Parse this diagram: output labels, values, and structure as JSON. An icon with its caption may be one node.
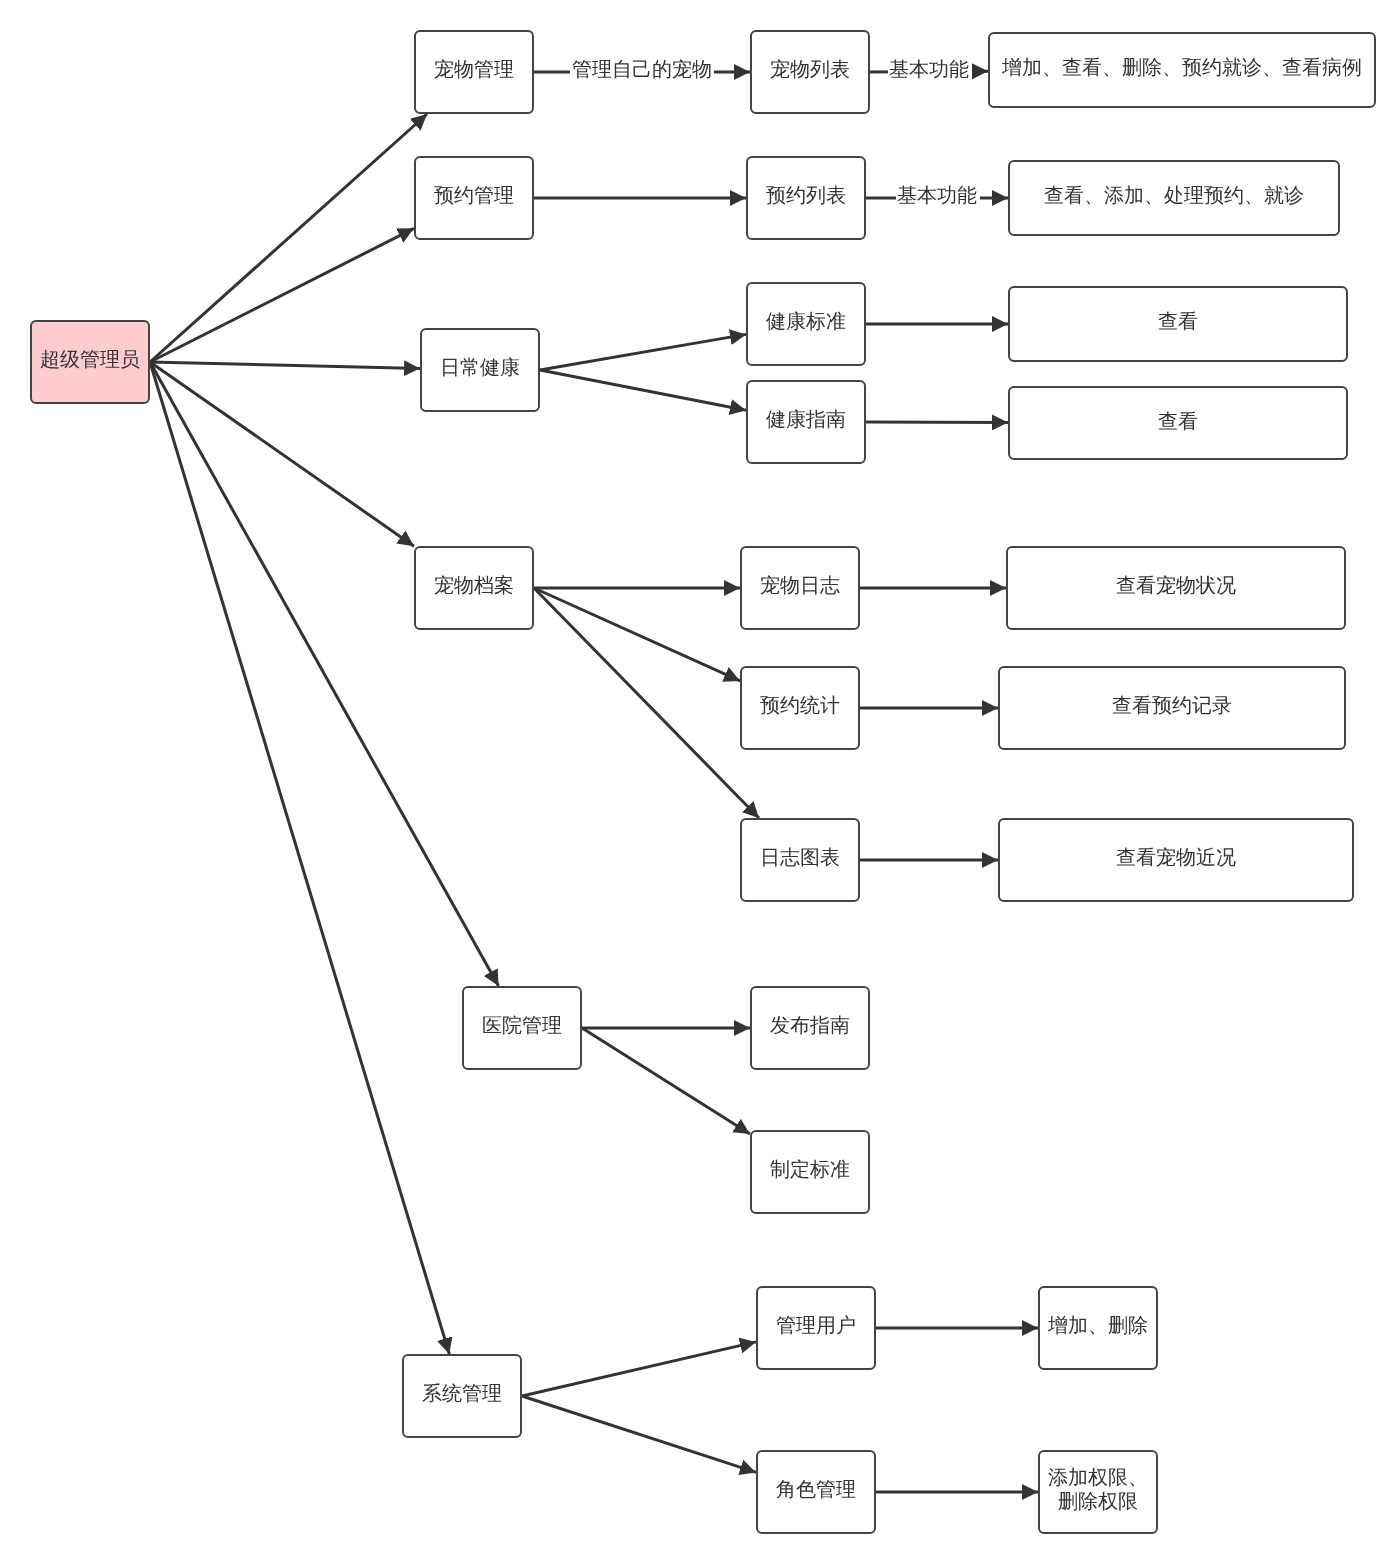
{
  "diagram": {
    "nodes": [
      {
        "text": [
          "超级管理员"
        ]
      },
      {
        "text": [
          "宠物管理"
        ]
      },
      {
        "text": [
          "宠物列表"
        ]
      },
      {
        "text": [
          "增加、查看、删除、预约就诊、查看病例"
        ]
      },
      {
        "text": [
          "预约管理"
        ]
      },
      {
        "text": [
          "预约列表"
        ]
      },
      {
        "text": [
          "查看、添加、处理预约、就诊"
        ]
      },
      {
        "text": [
          "日常健康"
        ]
      },
      {
        "text": [
          "健康标准"
        ]
      },
      {
        "text": [
          "健康指南"
        ]
      },
      {
        "text": [
          "查看"
        ]
      },
      {
        "text": [
          "查看"
        ]
      },
      {
        "text": [
          "宠物档案"
        ]
      },
      {
        "text": [
          "宠物日志"
        ]
      },
      {
        "text": [
          "预约统计"
        ]
      },
      {
        "text": [
          "日志图表"
        ]
      },
      {
        "text": [
          "查看宠物状况"
        ]
      },
      {
        "text": [
          "查看预约记录"
        ]
      },
      {
        "text": [
          "查看宠物近况"
        ]
      },
      {
        "text": [
          "医院管理"
        ]
      },
      {
        "text": [
          "发布指南"
        ]
      },
      {
        "text": [
          "制定标准"
        ]
      },
      {
        "text": [
          "系统管理"
        ]
      },
      {
        "text": [
          "管理用户"
        ]
      },
      {
        "text": [
          "角色管理"
        ]
      },
      {
        "text": [
          "增加、删除"
        ]
      },
      {
        "text": [
          "添加权限、删除权限"
        ]
      }
    ],
    "edges": [
      {
        "from": 0,
        "to": 1,
        "arrow": "to"
      },
      {
        "from": 0,
        "to": 4,
        "arrow": "to"
      },
      {
        "from": 0,
        "to": 7,
        "arrow": "to"
      },
      {
        "from": 0,
        "to": 12,
        "arrow": "to"
      },
      {
        "from": 0,
        "to": 19,
        "arrow": "to"
      },
      {
        "from": 0,
        "to": 22,
        "arrow": "to"
      },
      {
        "from": 1,
        "to": 2,
        "arrow": "to",
        "label": "管理自己的宠物"
      },
      {
        "from": 2,
        "to": 3,
        "arrow": "to",
        "label": "基本功能"
      },
      {
        "from": 4,
        "to": 5,
        "arrow": "to"
      },
      {
        "from": 5,
        "to": 6,
        "arrow": "to",
        "label": "基本功能"
      },
      {
        "from": 7,
        "to": 8,
        "arrow": "to"
      },
      {
        "from": 7,
        "to": 9,
        "arrow": "to"
      },
      {
        "from": 8,
        "to": 10,
        "arrow": "to"
      },
      {
        "from": 9,
        "to": 11,
        "arrow": "to"
      },
      {
        "from": 12,
        "to": 13,
        "arrow": "to"
      },
      {
        "from": 12,
        "to": 14,
        "arrow": "to"
      },
      {
        "from": 12,
        "to": 15,
        "arrow": "to"
      },
      {
        "from": 13,
        "to": 16,
        "arrow": "to"
      },
      {
        "from": 14,
        "to": 17,
        "arrow": "to"
      },
      {
        "from": 15,
        "to": 18,
        "arrow": "to"
      },
      {
        "from": 19,
        "to": 20,
        "arrow": "to"
      },
      {
        "from": 19,
        "to": 21,
        "arrow": "to"
      },
      {
        "from": 22,
        "to": 23,
        "arrow": "to"
      },
      {
        "from": 22,
        "to": 24,
        "arrow": "to"
      },
      {
        "from": 23,
        "to": 25,
        "arrow": "to"
      },
      {
        "from": 24,
        "to": 26,
        "arrow": "to"
      }
    ]
  }
}
